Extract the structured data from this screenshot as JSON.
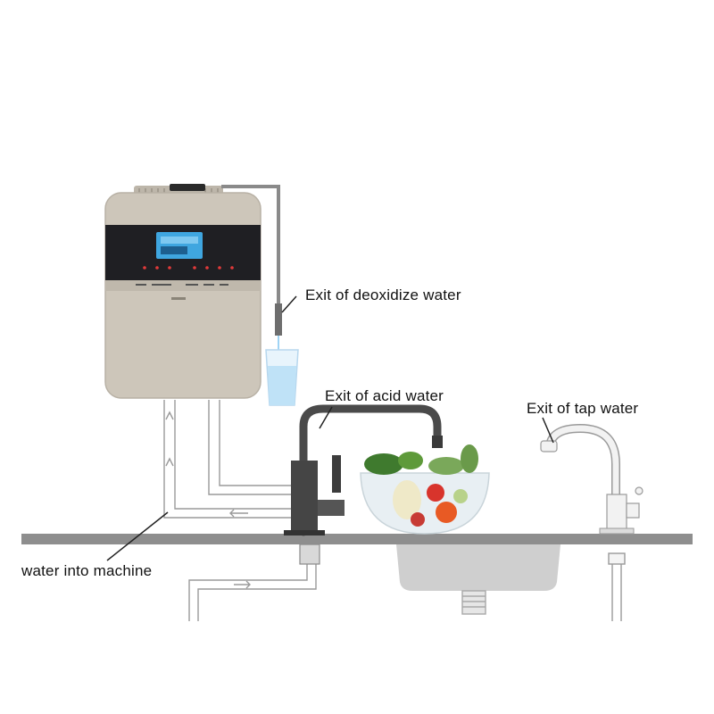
{
  "labels": {
    "deoxidize": "Exit of deoxidize water",
    "acid": "Exit of acid water",
    "tap": "Exit of tap water",
    "inlet": "water into machine"
  },
  "colors": {
    "machine_body": "#cdc6ba",
    "machine_panel": "#1f1f23",
    "lcd": "#3fa6e0",
    "counter": "#8e8e8e",
    "pipe_outline": "#9a9a9a",
    "faucet_dark": "#4a4a4a",
    "tap_faucet": "#f2f2f2",
    "sink": "#cfcfcf"
  }
}
